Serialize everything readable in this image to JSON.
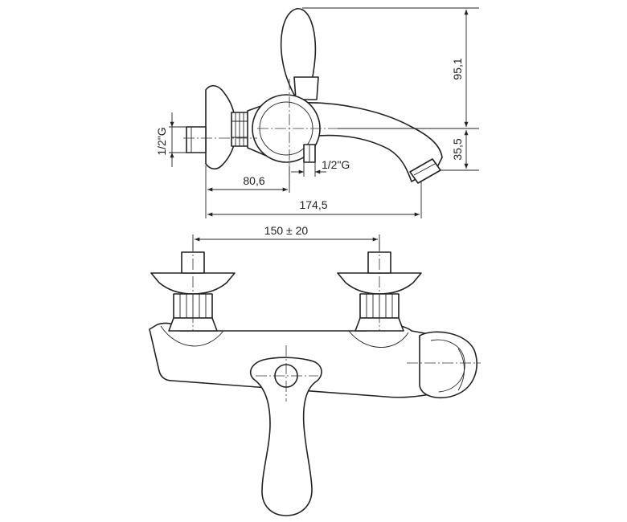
{
  "dimensions": {
    "height_upper": "95,1",
    "height_lower": "35,5",
    "inlet_thread": "1/2\"G",
    "outlet_thread": "1/2\"G",
    "inlet_offset": "80,6",
    "overall_depth": "174,5",
    "inlet_spacing": "150 ± 20"
  }
}
